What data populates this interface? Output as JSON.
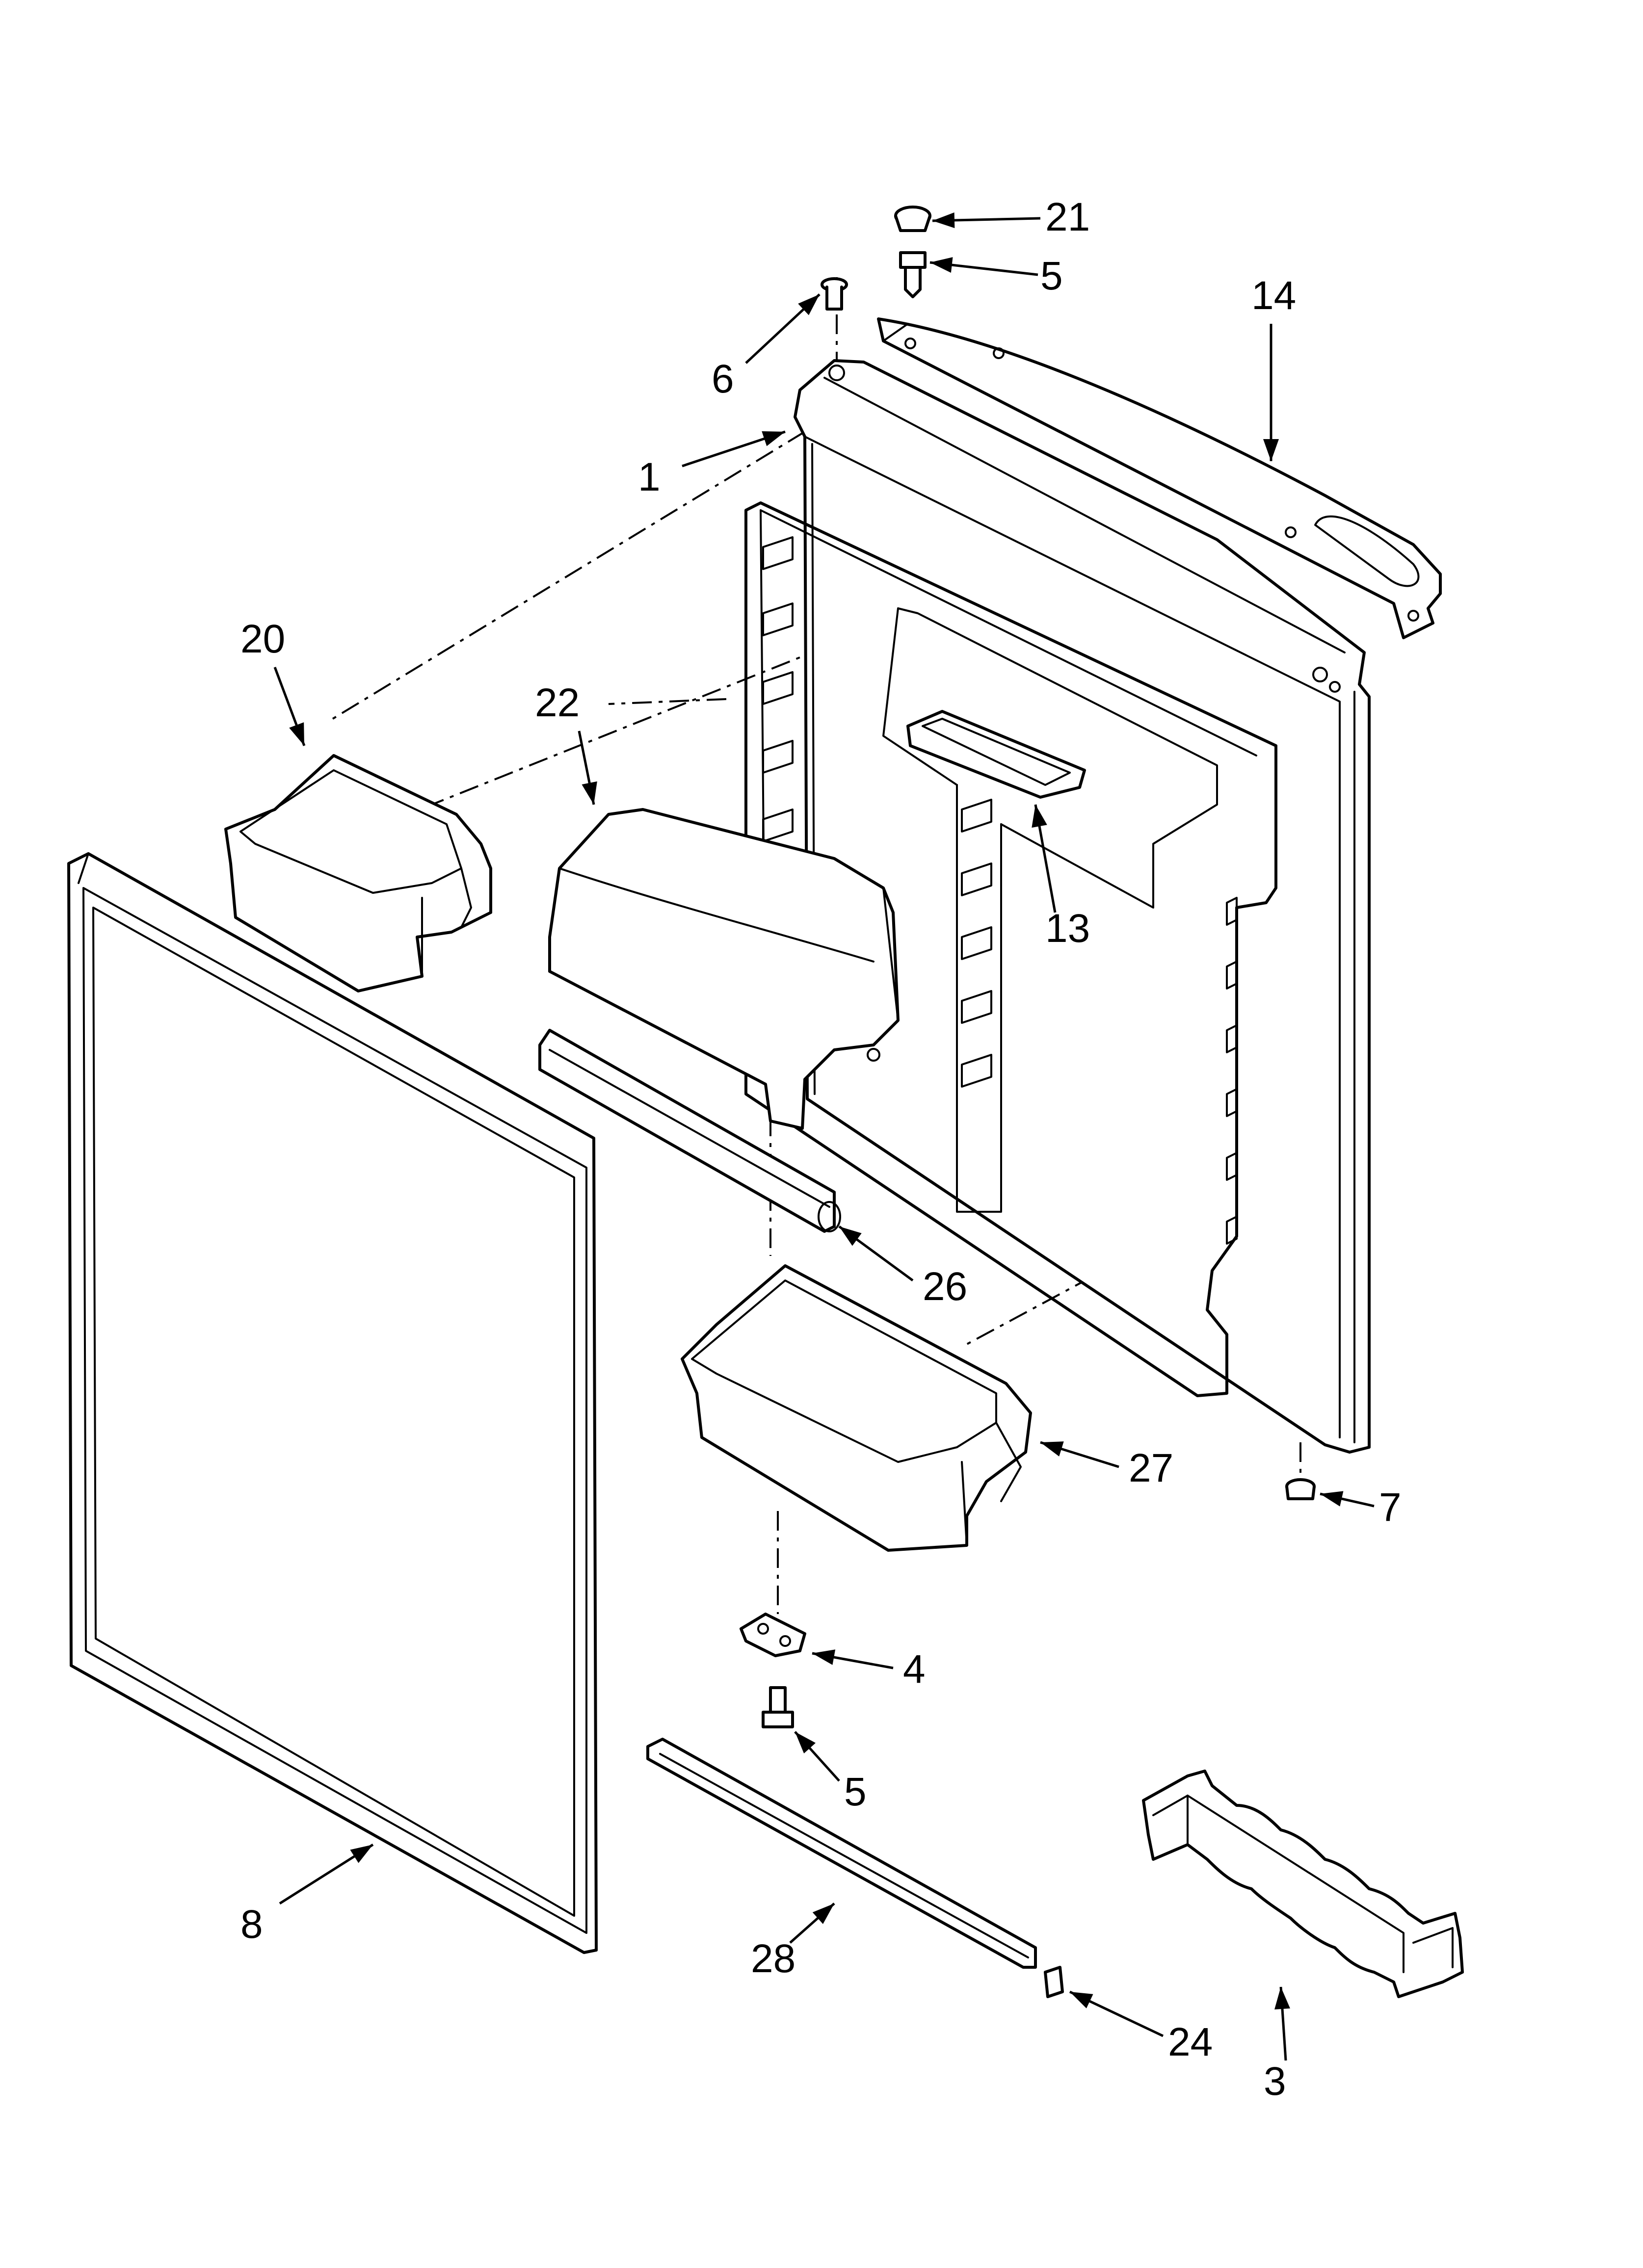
{
  "parts": [
    {
      "id": "part-1",
      "callout": "1",
      "name": "door-liner"
    },
    {
      "id": "part-3",
      "callout": "3",
      "name": "egg-tray"
    },
    {
      "id": "part-4",
      "callout": "4",
      "name": "hinge-bracket"
    },
    {
      "id": "part-5a",
      "callout": "5",
      "name": "screw-top"
    },
    {
      "id": "part-5b",
      "callout": "5",
      "name": "screw-bottom"
    },
    {
      "id": "part-6",
      "callout": "6",
      "name": "door-stop-pin"
    },
    {
      "id": "part-7",
      "callout": "7",
      "name": "bushing"
    },
    {
      "id": "part-8",
      "callout": "8",
      "name": "door-gasket"
    },
    {
      "id": "part-13",
      "callout": "13",
      "name": "small-bin"
    },
    {
      "id": "part-14",
      "callout": "14",
      "name": "door-trim-top"
    },
    {
      "id": "part-20",
      "callout": "20",
      "name": "door-bin-upper"
    },
    {
      "id": "part-21",
      "callout": "21",
      "name": "end-cap"
    },
    {
      "id": "part-22",
      "callout": "22",
      "name": "dairy-door"
    },
    {
      "id": "part-24",
      "callout": "24",
      "name": "plug"
    },
    {
      "id": "part-26",
      "callout": "26",
      "name": "bar-retainer"
    },
    {
      "id": "part-27",
      "callout": "27",
      "name": "door-bin-lower"
    },
    {
      "id": "part-28",
      "callout": "28",
      "name": "trim-strip-bottom"
    }
  ],
  "colors": {
    "line": "#000000",
    "background": "#ffffff"
  }
}
